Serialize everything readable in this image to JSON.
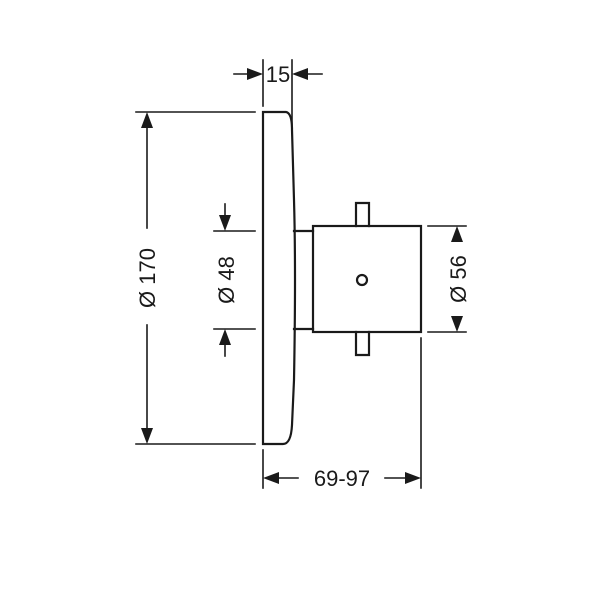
{
  "dimensions": {
    "top_width": "15",
    "outer_diameter": "Ø 170",
    "inner_diameter": "Ø 48",
    "handle_diameter": "Ø 56",
    "depth_range": "69-97"
  }
}
